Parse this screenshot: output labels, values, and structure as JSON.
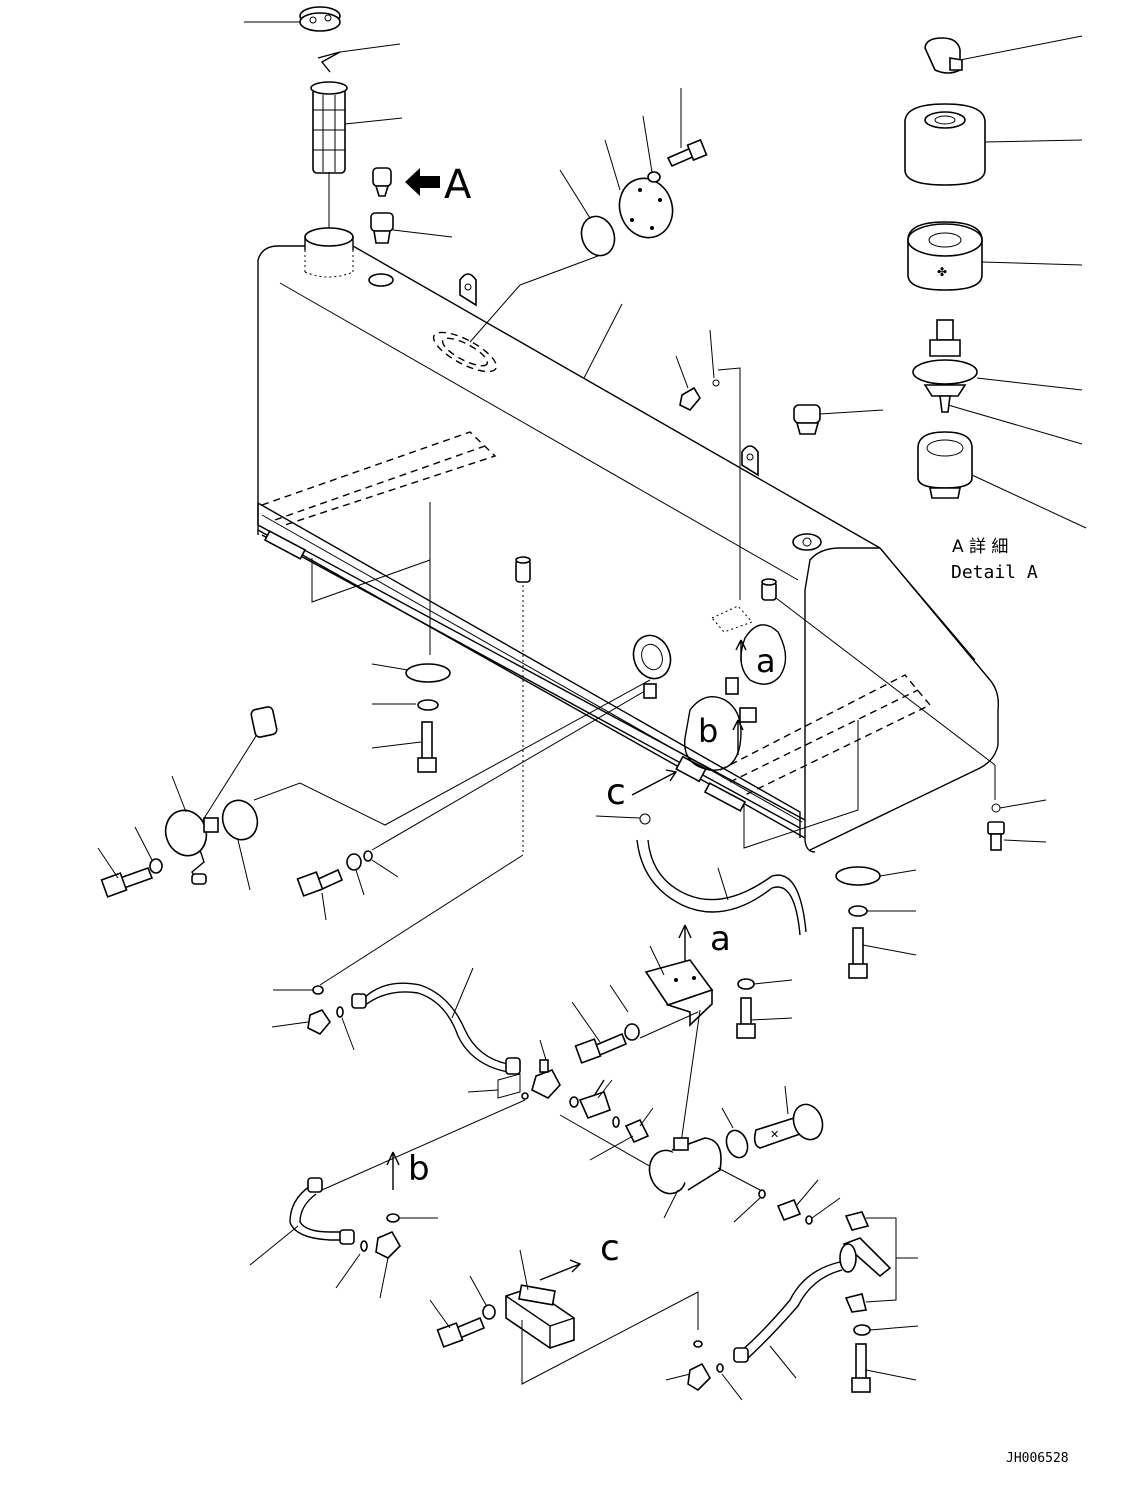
{
  "diagram": {
    "view_labels": {
      "detail_a_marker": "A",
      "detail_a_jp": "A 詳 細",
      "detail_a_en": "Detail A",
      "callout_a_1": "a",
      "callout_a_2": "a",
      "callout_b_1": "b",
      "callout_b_2": "b",
      "callout_c_1": "c",
      "callout_c_2": "c"
    },
    "drawing_number": "JH006528",
    "icons": {
      "tank": "fuel-tank-icon",
      "strainer": "filler-strainer-icon",
      "cap": "filler-cap-icon",
      "sensor": "fuel-level-sensor-icon",
      "hose": "fuel-hose-icon",
      "valve": "drain-valve-icon",
      "bolt": "bolt-icon",
      "washer": "washer-icon",
      "oring": "o-ring-icon"
    }
  }
}
